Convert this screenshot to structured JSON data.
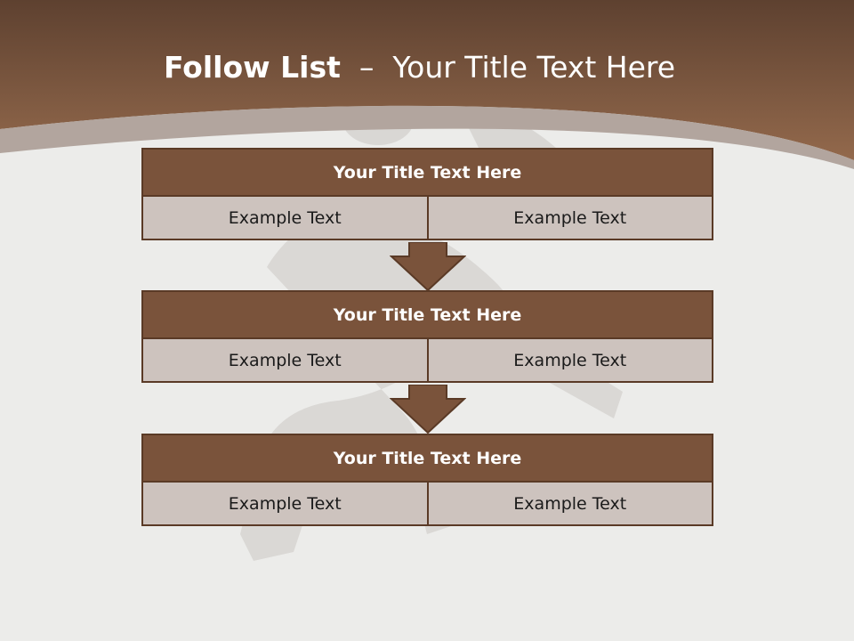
{
  "slide": {
    "title_bold": "Follow List",
    "title_dash": "–",
    "title_rest": "Your Title Text Here"
  },
  "steps": [
    {
      "title": "Your Title Text Here",
      "left": "Example Text",
      "right": "Example Text"
    },
    {
      "title": "Your Title Text Here",
      "left": "Example Text",
      "right": "Example Text"
    },
    {
      "title": "Your Title Text Here",
      "left": "Example Text",
      "right": "Example Text"
    }
  ],
  "colors": {
    "header_fill": "#7a533b",
    "border": "#5a3a26",
    "cell_fill": "#cdc3be",
    "banner_top": "#5e4130",
    "banner_bottom": "#93694c"
  }
}
